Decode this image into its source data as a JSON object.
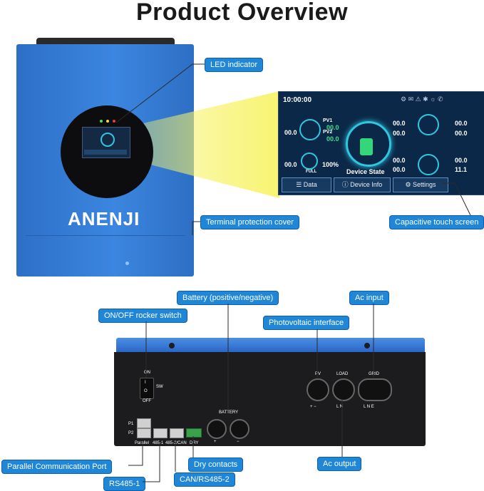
{
  "title": "Product Overview",
  "brand": "ANENJI",
  "callouts": {
    "led": "LED indicator",
    "terminal": "Terminal protection cover",
    "touch": "Capacitive touch screen",
    "battery": "Battery (positive/negative)",
    "ac_input": "Ac input",
    "onoff": "ON/OFF rocker switch",
    "pv": "Photovoltaic interface",
    "parallel": "Parallel Communication Port",
    "rs485": "RS485-1",
    "can": "CAN/RS485-2",
    "dry": "Dry contacts",
    "ac_output": "Ac output"
  },
  "screen": {
    "time": "10:00:00",
    "pv1_label": "PV1",
    "pv2_label": "PV2",
    "pv_total": "00.0",
    "pv1_val": "00.0",
    "pv2_val": "00.0",
    "grid_a": "00.0",
    "grid_b": "00.0",
    "grid_hz": "00.0",
    "grid_v": "00.0",
    "bat_v": "00.0",
    "bat_pct": "100%",
    "bat_state": "FULL",
    "load_a": "00.0",
    "load_b": "00.0",
    "load_kw": "00.0",
    "load_val": "11.1",
    "device_state": "Device State",
    "btn_data": "Data",
    "btn_info": "Device Info",
    "btn_settings": "Settings"
  },
  "ports": {
    "on": "ON",
    "off": "OFF",
    "sw": "SW",
    "i": "I",
    "o": "O",
    "p1": "P1",
    "p2": "P2",
    "parallel": "Parallel",
    "rs485_1": "485-1",
    "rs485_2": "485-2/CAN",
    "dry": "DRY",
    "battery": "BATTERY",
    "plus": "+",
    "minus": "−",
    "pv": "PV",
    "load": "LOAD",
    "grid": "GRID",
    "pv_pol": "+   −",
    "load_ln": "L   N",
    "grid_lne": "L   N   E"
  },
  "colors": {
    "callout_bg": "#1f86d8",
    "unit_blue": "#3b86e0",
    "screen_bg": "#0c2848",
    "accent_green": "#3ee08a",
    "beam": "#f7f36a"
  }
}
